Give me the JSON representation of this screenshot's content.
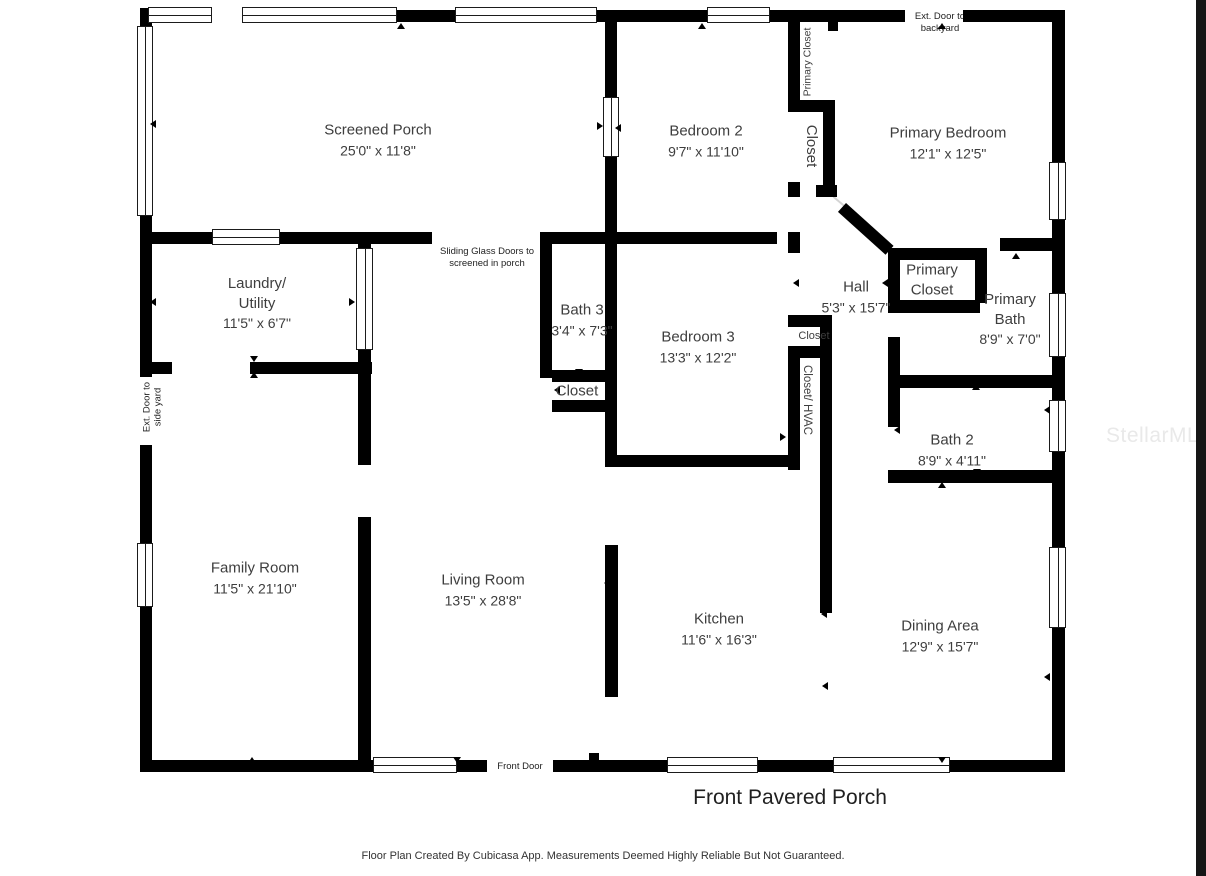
{
  "plan": {
    "rooms": [
      {
        "id": "screened_porch",
        "name": "Screened Porch",
        "dims": "25'0\" x 11'8\""
      },
      {
        "id": "bedroom2",
        "name": "Bedroom 2",
        "dims": "9'7\" x 11'10\""
      },
      {
        "id": "primary_bedroom",
        "name": "Primary Bedroom",
        "dims": "12'1\" x 12'5\""
      },
      {
        "id": "laundry",
        "name": "Laundry/\nUtility",
        "dims": "11'5\" x 6'7\""
      },
      {
        "id": "bath3",
        "name": "Bath 3",
        "dims": "3'4\" x 7'3\""
      },
      {
        "id": "bedroom3",
        "name": "Bedroom 3",
        "dims": "13'3\" x 12'2\""
      },
      {
        "id": "hall",
        "name": "Hall",
        "dims": "5'3\" x 15'7\""
      },
      {
        "id": "primary_closet",
        "name": "Primary\nCloset",
        "dims": ""
      },
      {
        "id": "primary_bath",
        "name": "Primary\nBath",
        "dims": "8'9\" x 7'0\""
      },
      {
        "id": "bath2",
        "name": "Bath 2",
        "dims": "8'9\" x 4'11\""
      },
      {
        "id": "family_room",
        "name": "Family Room",
        "dims": "11'5\" x 21'10\""
      },
      {
        "id": "living_room",
        "name": "Living Room",
        "dims": "13'5\" x 28'8\""
      },
      {
        "id": "kitchen",
        "name": "Kitchen",
        "dims": "11'6\" x 16'3\""
      },
      {
        "id": "dining_area",
        "name": "Dining Area",
        "dims": "12'9\" x 15'7\""
      },
      {
        "id": "closet_bath3",
        "name": "Closet",
        "dims": ""
      },
      {
        "id": "closet_hall",
        "name": "Closet",
        "dims": ""
      }
    ],
    "vertical_labels": {
      "primary_closet_corridor": "Primary Closet",
      "bedroom2_closet": "Closet",
      "closet_hvac": "Closet/ HVAC",
      "ext_door_side_yard": "Ext. Door to\nside yard"
    },
    "annotations": {
      "ext_door_backyard": "Ext. Door to\nbackyard",
      "sliding_glass_doors": "Sliding Glass Doors to\nscreened in porch",
      "front_door": "Front Door"
    },
    "porch_title": "Front Pavered Porch",
    "footer": "Floor Plan Created By Cubicasa App. Measurements Deemed Highly Reliable But Not Guaranteed.",
    "watermark": "StellarMLS",
    "colors": {
      "wall": "#000000",
      "background": "#ffffff",
      "watermark": "#e9e9e9",
      "side_strip": "#161616"
    }
  }
}
